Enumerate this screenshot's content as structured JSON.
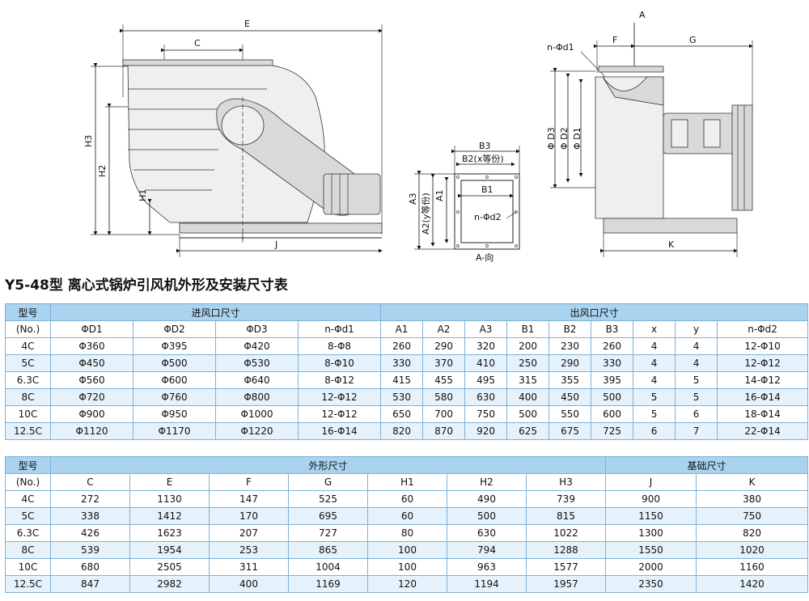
{
  "drawing": {
    "side_view": {
      "labels": [
        "E",
        "C",
        "H3",
        "H2",
        "H1",
        "J"
      ]
    },
    "inlet_view": {
      "labels": [
        "B3",
        "B2(x等份)",
        "B1",
        "A3",
        "A1",
        "A2(y等份)",
        "n-Φd2",
        "A-向"
      ]
    },
    "front_view": {
      "labels": [
        "A",
        "n-Φd1",
        "F",
        "G",
        "Φ D3",
        "Φ D2",
        "Φ D1",
        "K"
      ]
    }
  },
  "title": "Y5-48型 离心式锅炉引风机外形及安装尺寸表",
  "table1": {
    "model_header": "型号",
    "model_subheader": "(No.)",
    "group1": "进风口尺寸",
    "group2": "出风口尺寸",
    "columns": [
      "ΦD1",
      "ΦD2",
      "ΦD3",
      "n-Φd1",
      "A1",
      "A2",
      "A3",
      "B1",
      "B2",
      "B3",
      "x",
      "y",
      "n-Φd2"
    ],
    "rows": [
      {
        "model": "4C",
        "cells": [
          "Φ360",
          "Φ395",
          "Φ420",
          "8-Φ8",
          "260",
          "290",
          "320",
          "200",
          "230",
          "260",
          "4",
          "4",
          "12-Φ10"
        ]
      },
      {
        "model": "5C",
        "cells": [
          "Φ450",
          "Φ500",
          "Φ530",
          "8-Φ10",
          "330",
          "370",
          "410",
          "250",
          "290",
          "330",
          "4",
          "4",
          "12-Φ12"
        ]
      },
      {
        "model": "6.3C",
        "cells": [
          "Φ560",
          "Φ600",
          "Φ640",
          "8-Φ12",
          "415",
          "455",
          "495",
          "315",
          "355",
          "395",
          "4",
          "5",
          "14-Φ12"
        ]
      },
      {
        "model": "8C",
        "cells": [
          "Φ720",
          "Φ760",
          "Φ800",
          "12-Φ12",
          "530",
          "580",
          "630",
          "400",
          "450",
          "500",
          "5",
          "5",
          "16-Φ14"
        ]
      },
      {
        "model": "10C",
        "cells": [
          "Φ900",
          "Φ950",
          "Φ1000",
          "12-Φ12",
          "650",
          "700",
          "750",
          "500",
          "550",
          "600",
          "5",
          "6",
          "18-Φ14"
        ]
      },
      {
        "model": "12.5C",
        "cells": [
          "Φ1120",
          "Φ1170",
          "Φ1220",
          "16-Φ14",
          "820",
          "870",
          "920",
          "625",
          "675",
          "725",
          "6",
          "7",
          "22-Φ14"
        ]
      }
    ]
  },
  "table2": {
    "model_header": "型号",
    "model_subheader": "(No.)",
    "group1": "外形尺寸",
    "group2": "基础尺寸",
    "columns": [
      "C",
      "E",
      "F",
      "G",
      "H1",
      "H2",
      "H3",
      "J",
      "K"
    ],
    "rows": [
      {
        "model": "4C",
        "cells": [
          "272",
          "1130",
          "147",
          "525",
          "60",
          "490",
          "739",
          "900",
          "380"
        ]
      },
      {
        "model": "5C",
        "cells": [
          "338",
          "1412",
          "170",
          "695",
          "60",
          "500",
          "815",
          "1150",
          "750"
        ]
      },
      {
        "model": "6.3C",
        "cells": [
          "426",
          "1623",
          "207",
          "727",
          "80",
          "630",
          "1022",
          "1300",
          "820"
        ]
      },
      {
        "model": "8C",
        "cells": [
          "539",
          "1954",
          "253",
          "865",
          "100",
          "794",
          "1288",
          "1550",
          "1020"
        ]
      },
      {
        "model": "10C",
        "cells": [
          "680",
          "2505",
          "311",
          "1004",
          "100",
          "963",
          "1577",
          "2000",
          "1160"
        ]
      },
      {
        "model": "12.5C",
        "cells": [
          "847",
          "2982",
          "400",
          "1169",
          "120",
          "1194",
          "1957",
          "2350",
          "1420"
        ]
      }
    ]
  }
}
